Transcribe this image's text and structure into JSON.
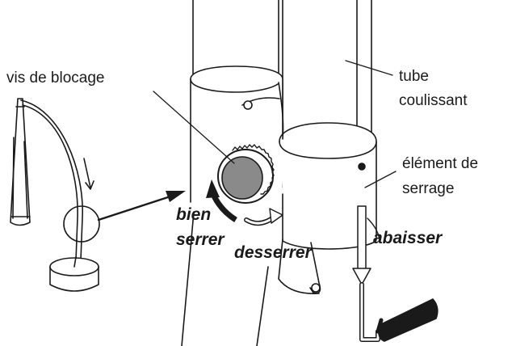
{
  "labels": {
    "screw": "vis de blocage",
    "tube_line1": "tube",
    "tube_line2": "coulissant",
    "clamp_line1": "élément de",
    "clamp_line2": "serrage",
    "tighten_line1": "bien",
    "tighten_line2": "serrer",
    "loosen": "desserrer",
    "lower": "abaisser"
  }
}
